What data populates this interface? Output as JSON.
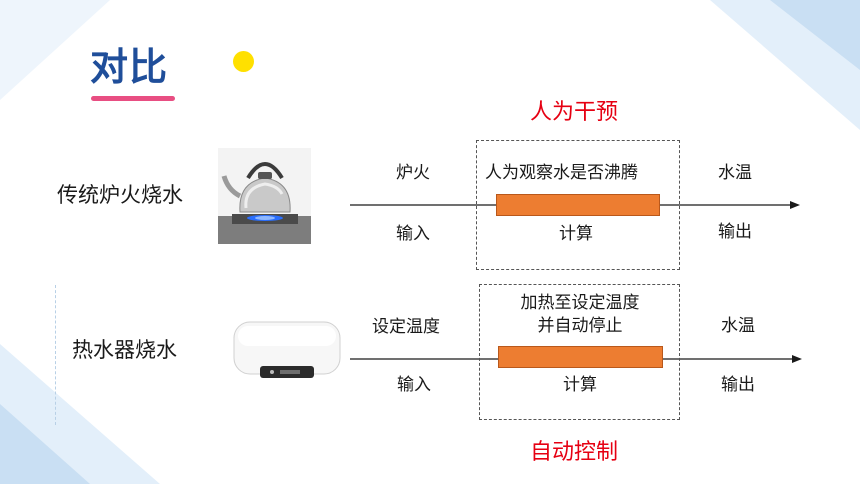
{
  "title": "对比",
  "top_label": "人为干预",
  "bottom_label": "自动控制",
  "rows": [
    {
      "label": "传统炉火烧水",
      "image_icon": "kettle-on-gas-stove",
      "input_top": "炉火",
      "input_bottom": "输入",
      "process_top": "人为观察水是否沸腾",
      "process_bottom": "计算",
      "output_top": "水温",
      "output_bottom": "输出"
    },
    {
      "label": "热水器烧水",
      "image_icon": "electric-water-heater",
      "input_top": "设定温度",
      "input_bottom": "输入",
      "process_top_line1": "加热至设定温度",
      "process_top_line2": "并自动停止",
      "process_bottom": "计算",
      "output_top": "水温",
      "output_bottom": "输出"
    }
  ],
  "colors": {
    "title": "#1F4E9A",
    "underline": "#E84E82",
    "dot": "#FFE000",
    "red": "#E60012",
    "bar": "#ED7D31"
  }
}
